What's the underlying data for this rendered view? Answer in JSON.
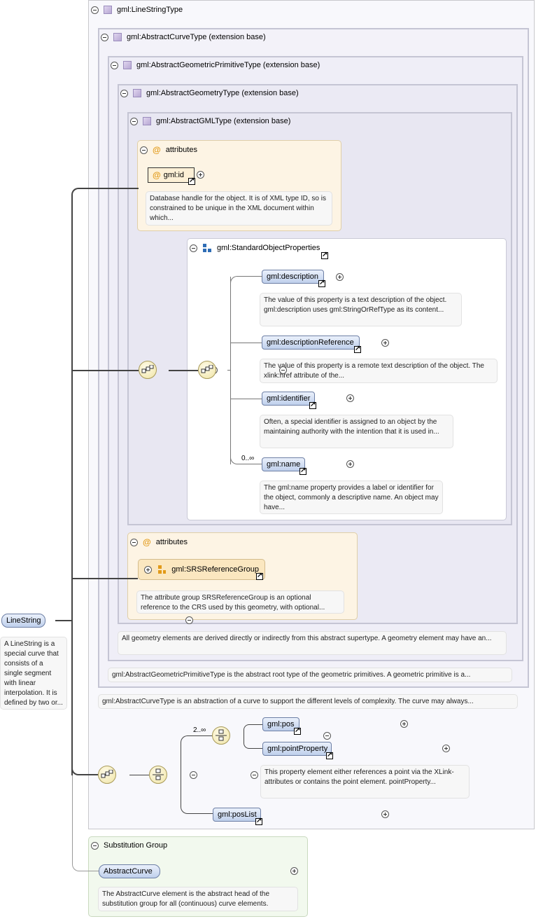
{
  "root": {
    "name": "LineString",
    "doc": "A LineString is a special curve that consists of a single segment with linear interpolation. It is defined by two or..."
  },
  "types": {
    "linestring": "gml:LineStringType",
    "curve": "gml:AbstractCurveType (extension base)",
    "primitive": "gml:AbstractGeometricPrimitiveType (extension base)",
    "geometry": "gml:AbstractGeometryType (extension base)",
    "gml": "gml:AbstractGMLType (extension base)"
  },
  "attributes_label": "attributes",
  "gml_id": {
    "name": "gml:id",
    "doc": "Database handle for the object. It is of XML type ID, so is constrained to be unique in the XML document within which..."
  },
  "standard_props": {
    "title": "gml:StandardObjectProperties",
    "items": [
      {
        "name": "gml:description",
        "doc": "The value of this property is a text description of the object. gml:description uses gml:StringOrRefType as its content..."
      },
      {
        "name": "gml:descriptionReference",
        "doc": "The value of this property is a remote text description of the object. The xlink:href attribute of the..."
      },
      {
        "name": "gml:identifier",
        "doc": "Often, a special identifier is assigned to an object by the maintaining authority with the intention that it is used in..."
      },
      {
        "name": "gml:name",
        "doc": "The gml:name property provides a label or identifier for the object, commonly a descriptive name. An object may have...",
        "cardinality": "0..∞"
      }
    ]
  },
  "srs": {
    "name": "gml:SRSReferenceGroup",
    "doc": "The attribute group SRSReferenceGroup is an optional reference to the CRS used by this geometry, with optional..."
  },
  "docs": {
    "geometry": "All geometry elements are derived directly or indirectly from this abstract supertype. A geometry element may have an...",
    "primitive": "gml:AbstractGeometricPrimitiveType is the abstract root type of the geometric primitives. A geometric primitive is a...",
    "curve": "gml:AbstractCurveType is an abstraction of a curve to support the different levels of complexity. The curve may always..."
  },
  "content": {
    "cardinality": "2..∞",
    "pos": "gml:pos",
    "pointProperty": "gml:pointProperty",
    "pointProperty_doc": "This property element either references a point via the XLink-attributes or contains the point element. pointProperty...",
    "posList": "gml:posList"
  },
  "substitution": {
    "title": "Substitution Group",
    "name": "AbstractCurve",
    "doc": "The AbstractCurve element is the abstract head of the substitution group for all (continuous) curve elements."
  },
  "colors": {
    "element_fill": "#bfd0ec",
    "attribute_fill": "#fdf4e4",
    "substitution_fill": "#f2f9ee",
    "accent_at": "#e29a18"
  }
}
